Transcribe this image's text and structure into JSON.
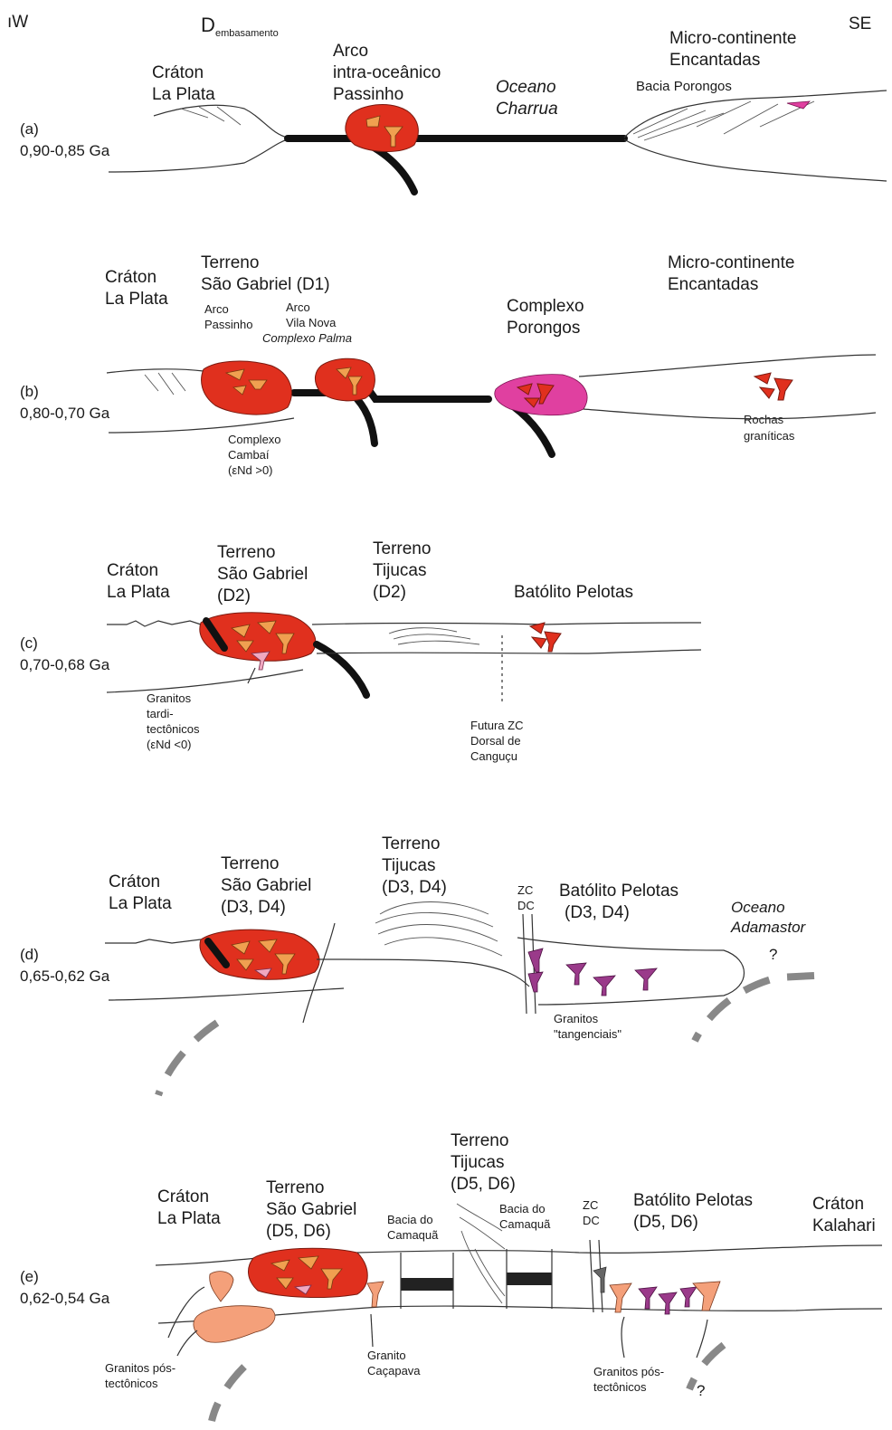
{
  "corners": {
    "nw": "ıW",
    "se": "SE"
  },
  "embasamento": {
    "letter": "D",
    "sub": "embasamento"
  },
  "panels": {
    "a": {
      "id": "(a)",
      "age": "0,90-0,85 Ga",
      "craton": [
        "Cráton",
        "La Plata"
      ],
      "arco": [
        "Arco",
        "intra-oceânico",
        "Passinho"
      ],
      "oceano": [
        "Oceano",
        "Charrua"
      ],
      "micro": [
        "Micro-continente",
        "Encantadas"
      ],
      "bacia": "Bacia Porongos"
    },
    "b": {
      "id": "(b)",
      "age": "0,80-0,70 Ga",
      "craton": [
        "Cráton",
        "La Plata"
      ],
      "terreno": [
        "Terreno",
        "São Gabriel (D1)"
      ],
      "arco1": [
        "Arco",
        "Passinho"
      ],
      "arco2": [
        "Arco",
        "Vila Nova"
      ],
      "palma": "Complexo Palma",
      "porongos": [
        "Complexo",
        "Porongos"
      ],
      "micro": [
        "Micro-continente",
        "Encantadas"
      ],
      "cambai": [
        "Complexo",
        "Cambaí",
        "(εNd >0)"
      ],
      "rochas": [
        "Rochas",
        "graníticas"
      ]
    },
    "c": {
      "id": "(c)",
      "age": "0,70-0,68 Ga",
      "craton": [
        "Cráton",
        "La Plata"
      ],
      "terreno": [
        "Terreno",
        "São Gabriel",
        "(D2)"
      ],
      "tijucas": [
        "Terreno",
        "Tijucas",
        "(D2)"
      ],
      "pelotas": "Batólito Pelotas",
      "granitos": [
        "Granitos",
        "tardi-",
        "tectônicos",
        "(εNd  <0)"
      ],
      "futura": [
        "Futura ZC",
        "Dorsal de",
        "Canguçu"
      ]
    },
    "d": {
      "id": "(d)",
      "age": "0,65-0,62 Ga",
      "craton": [
        "Cráton",
        "La Plata"
      ],
      "terreno": [
        "Terreno",
        "São Gabriel",
        "(D3, D4)"
      ],
      "tijucas": [
        "Terreno",
        "Tijucas",
        "(D3, D4)"
      ],
      "zc": [
        "ZC",
        "DC"
      ],
      "pelotas": [
        "Batólito Pelotas",
        "(D3, D4)"
      ],
      "oceano": [
        "Oceano",
        "Adamastor"
      ],
      "question": "?",
      "granitos": [
        "Granitos",
        "\"tangenciais\""
      ]
    },
    "e": {
      "id": "(e)",
      "age": "0,62-0,54 Ga",
      "craton": [
        "Cráton",
        "La Plata"
      ],
      "terreno": [
        "Terreno",
        "São Gabriel",
        "(D5, D6)"
      ],
      "bacia1": [
        "Bacia do",
        "Camaquã"
      ],
      "tijucas": [
        "Terreno",
        "Tijucas",
        "(D5, D6)"
      ],
      "bacia2": [
        "Bacia do",
        "Camaquã"
      ],
      "zc": [
        "ZC",
        "DC"
      ],
      "pelotas": [
        "Batólito Pelotas",
        "(D5, D6)"
      ],
      "kalahari": [
        "Cráton",
        "Kalahari"
      ],
      "granitos_left": [
        "Granitos pós-",
        "tectônicos"
      ],
      "granito_cacapava": [
        "Granito",
        "Caçapava"
      ],
      "granitos_right": [
        "Granitos pós-",
        "tectônicos"
      ],
      "question": "?"
    }
  },
  "colors": {
    "arc_red": "#e0301e",
    "granite_orange": "#f0a050",
    "post_tectonic_salmon": "#f4a07a",
    "porongos_magenta": "#e040a0",
    "tangential_purple": "#9a3a8a",
    "late_tectonic_pink": "#f0a8c0",
    "slab_black": "#111111",
    "future_slab_gray": "#888888"
  }
}
